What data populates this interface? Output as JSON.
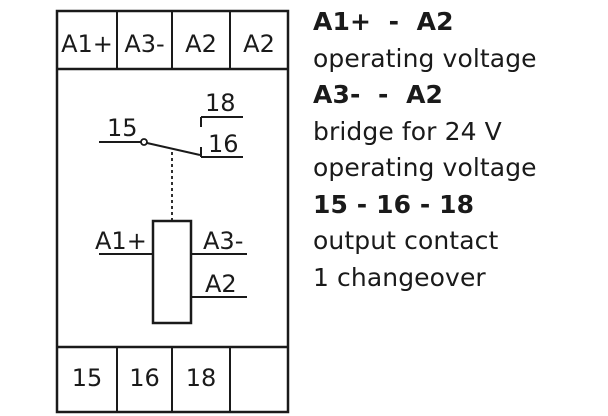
{
  "terminal_header": [
    "A1+",
    "A3-",
    "A2",
    "A2"
  ],
  "terminal_footer": [
    "15",
    "16",
    "18",
    ""
  ],
  "contact": {
    "common_label": "15",
    "nc_label": "16",
    "no_label": "18"
  },
  "coil": {
    "left_label": "A1+",
    "right_top_label": "A3-",
    "right_bottom_label": "A2"
  },
  "legend": [
    {
      "text": "A1+  -  A2",
      "bold": true
    },
    {
      "text": "operating voltage",
      "bold": false
    },
    {
      "text": "A3-  -  A2",
      "bold": true
    },
    {
      "text": "bridge for 24 V",
      "bold": false
    },
    {
      "text": "operating voltage",
      "bold": false
    },
    {
      "text": "15 - 16 - 18",
      "bold": true
    },
    {
      "text": "output contact",
      "bold": false
    },
    {
      "text": "1 changeover",
      "bold": false
    }
  ],
  "colors": {
    "ink": "#1a1a1a",
    "background": "#ffffff"
  }
}
